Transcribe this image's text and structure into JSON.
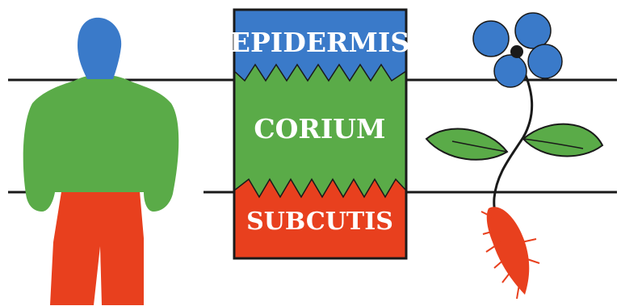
{
  "layers": {
    "top": {
      "label": "EPIDERMIS"
    },
    "middle": {
      "label": "CORIUM"
    },
    "bottom": {
      "label": "SUBCUTIS"
    }
  },
  "colors": {
    "blue": "#3a7ac9",
    "green": "#5aab48",
    "red": "#e8401e",
    "outline": "#1a1a1a",
    "background": "#ffffff"
  }
}
